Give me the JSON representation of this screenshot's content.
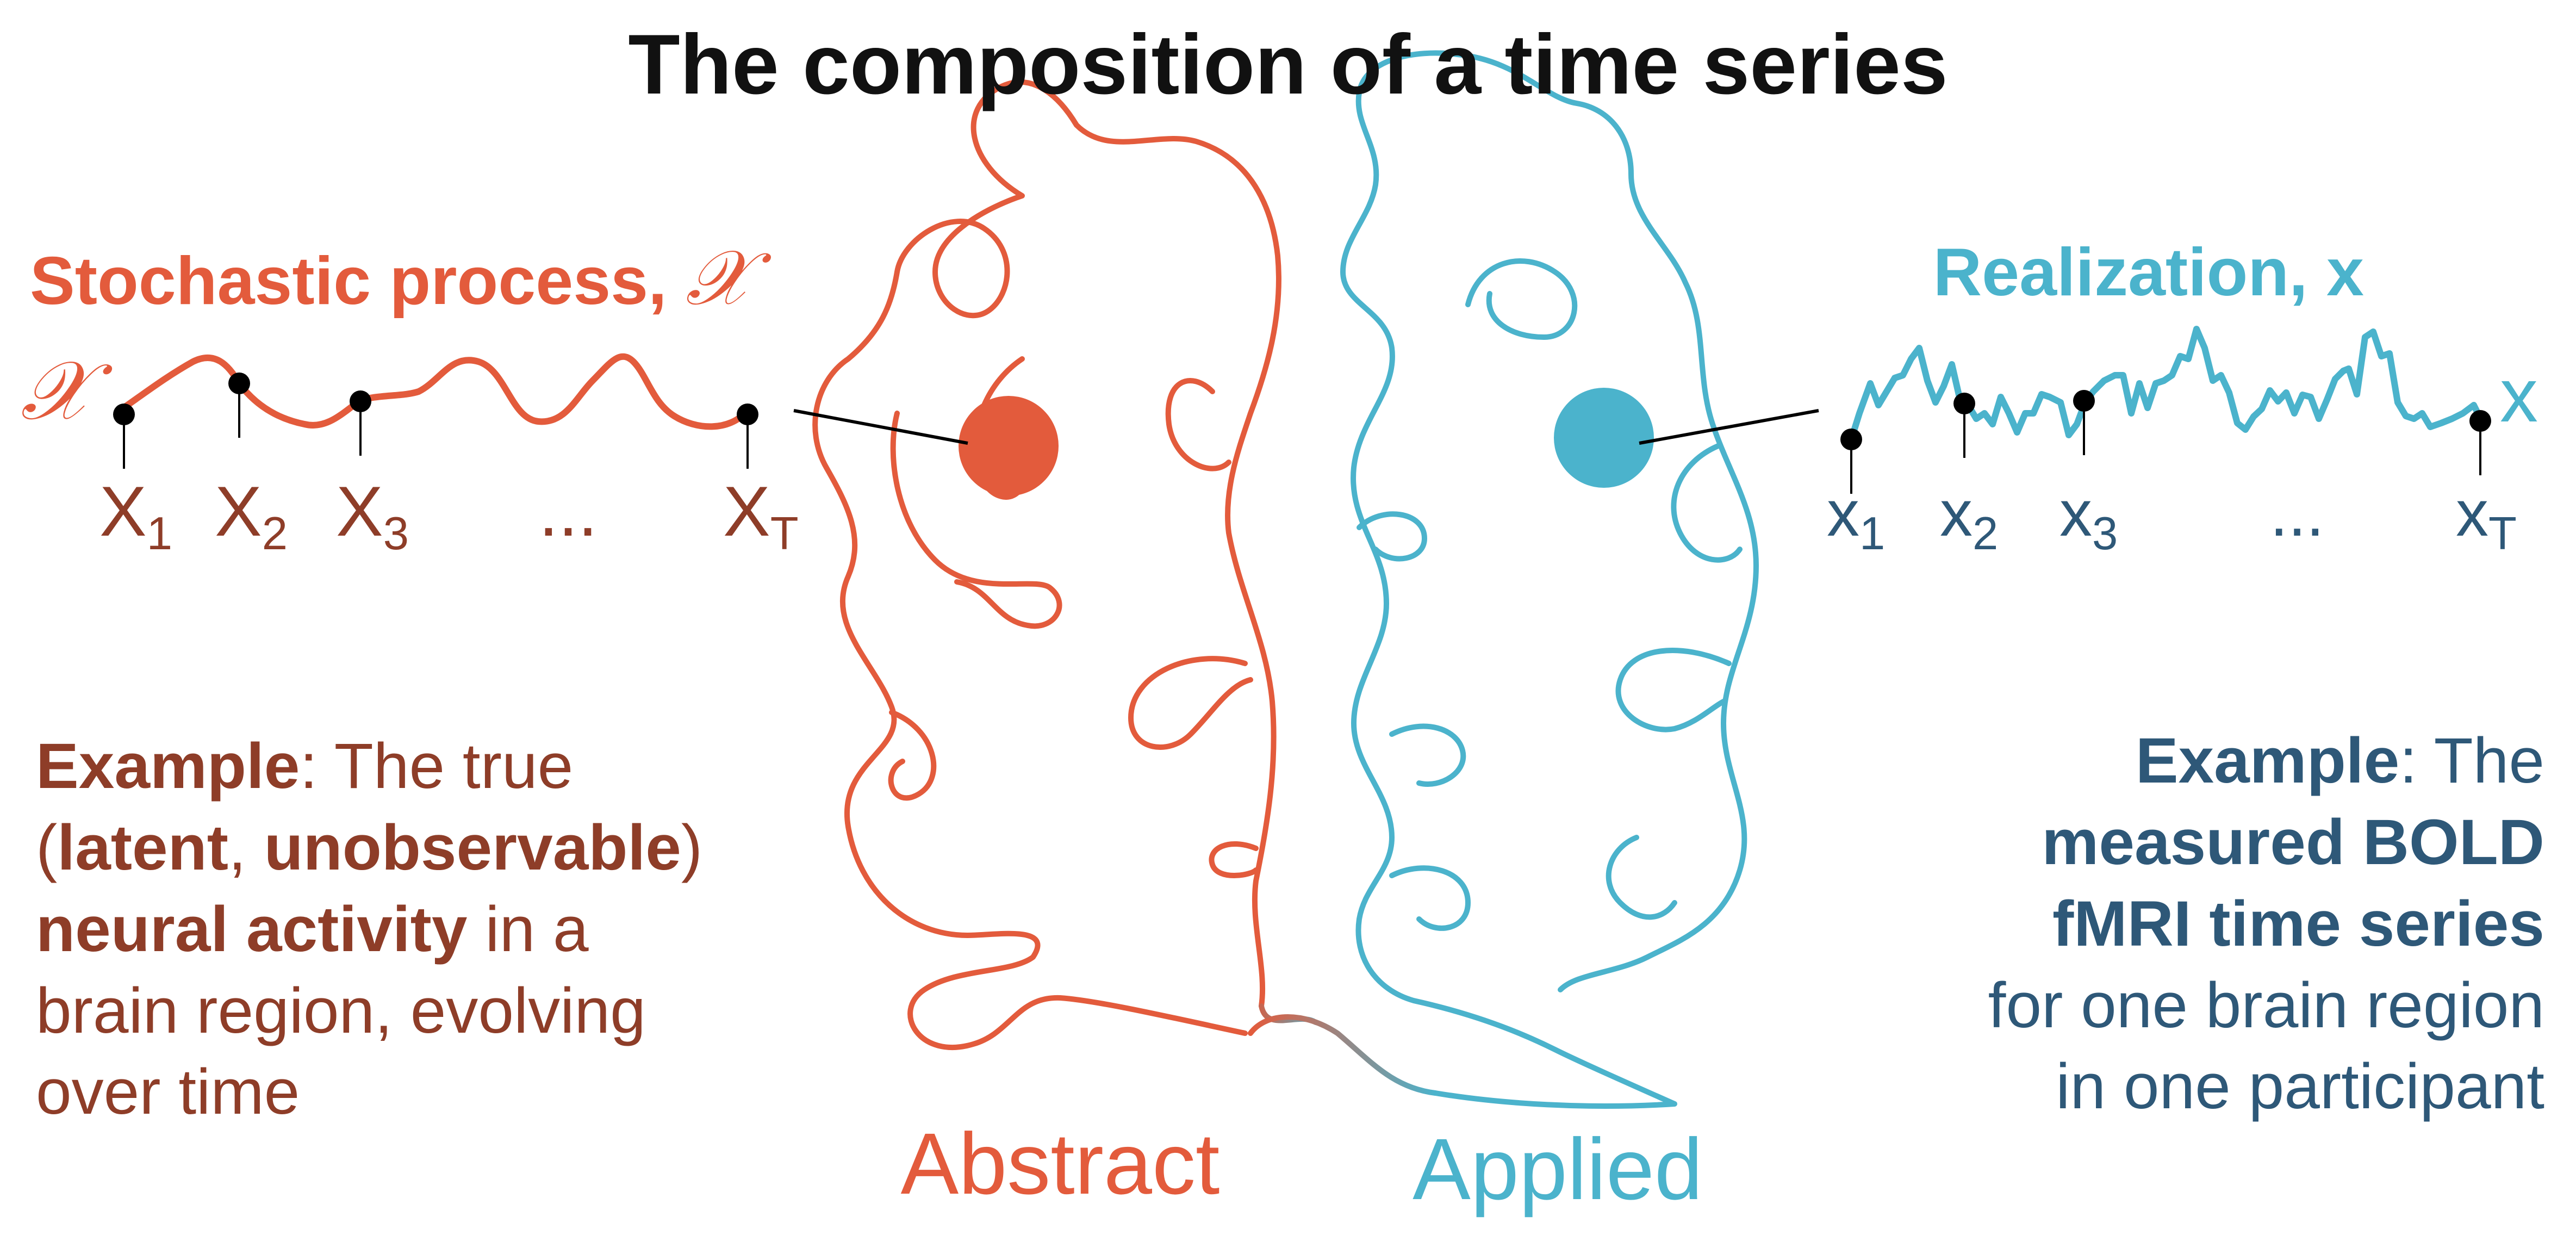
{
  "title": "The composition of a time series",
  "colors": {
    "abstract": "#E35B3C",
    "applied": "#4BB3CC",
    "abstract_text": "#8E3D28",
    "applied_text": "#2E5878",
    "dot": "#000000"
  },
  "left": {
    "heading": "Stochastic process,",
    "heading_symbol": "𝒳",
    "series_symbol": "𝒳",
    "labels": [
      "X",
      "X",
      "X",
      "...",
      "X"
    ],
    "subscripts": [
      "1",
      "2",
      "3",
      "",
      "T"
    ],
    "example_label": "Example",
    "example_text_1": ": The true",
    "example_open": "(",
    "example_latent": "latent",
    "example_comma": ", ",
    "example_unobservable": "unobservable",
    "example_close": ")",
    "example_neural": "neural activity",
    "example_text_2": " in a",
    "example_text_3": "brain region, evolving",
    "example_text_4": "over time"
  },
  "right": {
    "heading": "Realization, x",
    "series_symbol": "x",
    "labels": [
      "x",
      "x",
      "x",
      "...",
      "x"
    ],
    "subscripts": [
      "1",
      "2",
      "3",
      "",
      "T"
    ],
    "example_label": "Example",
    "example_text_1": ": The",
    "example_bold_1": "measured BOLD",
    "example_bold_2": "fMRI time series",
    "example_text_2": "for one brain region",
    "example_text_3": "in one participant"
  },
  "brain": {
    "left_label": "Abstract",
    "right_label": "Applied"
  }
}
